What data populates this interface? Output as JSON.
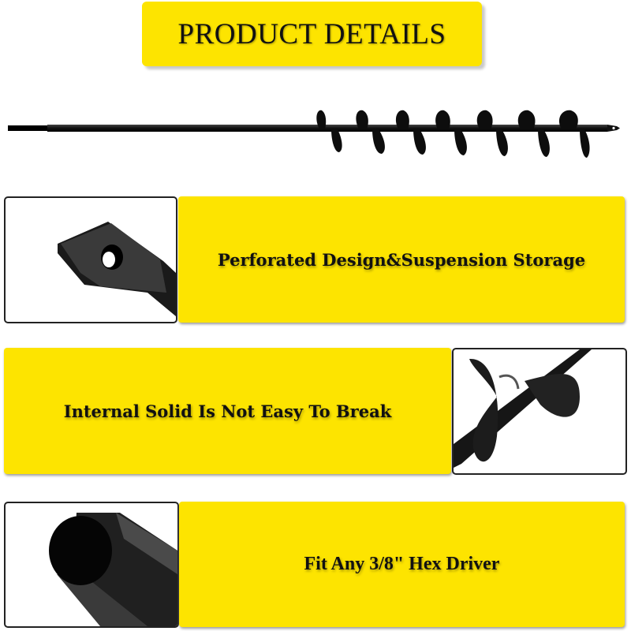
{
  "header": {
    "title": "PRODUCT DETAILS"
  },
  "colors": {
    "accent_yellow": "#fde400",
    "product_black": "#111111",
    "border": "#222222"
  },
  "hero": {
    "image": "auger-drill-bit-full-view-icon",
    "spiral_count": 7
  },
  "features": [
    {
      "label": "Perforated Design&Suspension Storage",
      "image": "perforated-tip-icon",
      "image_side": "left"
    },
    {
      "label": "Internal Solid Is Not Easy To Break",
      "image": "spiral-flight-icon",
      "image_side": "right"
    },
    {
      "label": "Fit Any 3/8\" Hex Driver",
      "image": "hex-shank-icon",
      "image_side": "left"
    }
  ]
}
